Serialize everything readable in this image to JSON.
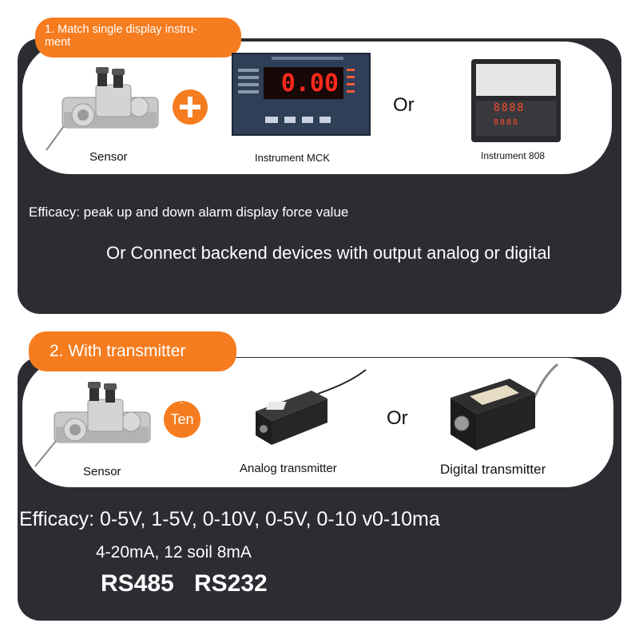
{
  "section1": {
    "badge": "1. Match single display instru-\nment",
    "sensor_label": "Sensor",
    "instrument_a_label": "Instrument MCK",
    "instrument_a_display": "0.00",
    "or_text": "Or",
    "instrument_b_label": "Instrument 808",
    "instrument_b_display_top": "8888",
    "instrument_b_display_bottom": "8888",
    "efficacy": "Efficacy: peak up and down alarm display force value",
    "connect": "Or Connect backend devices with output analog or digital"
  },
  "section2": {
    "badge": "2. With transmitter",
    "sensor_label": "Sensor",
    "join_symbol": "Ten",
    "join_mark": "-",
    "analog_label": "Analog transmitter",
    "or_text": "Or",
    "digital_label": "Digital transmitter",
    "efficacy_line1": "Efficacy: 0-5V, 1-5V, 0-10V, 0-5V, 0-10 v0-10ma",
    "efficacy_line2": "4-20mA, 12 soil 8mA",
    "protocol_a": "RS485",
    "protocol_b": "RS232"
  },
  "colors": {
    "accent": "#f57c1f",
    "panel": "#2b2d33",
    "display_red": "#ff2a1a"
  }
}
